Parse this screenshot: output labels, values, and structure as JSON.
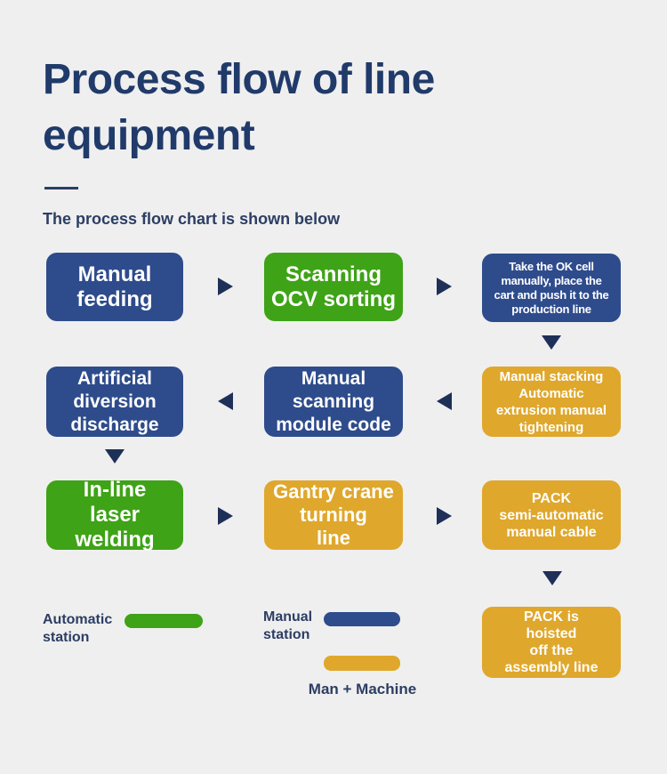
{
  "header": {
    "title": "Process flow of line\nequipment",
    "subtitle": "The process flow chart is shown below"
  },
  "colors": {
    "background": "#efeff0",
    "heading_text": "#203a69",
    "body_text": "#2c3e63",
    "arrow": "#1e2f58",
    "box_text": "#ffffff",
    "manual_station_blue": "#2e4b8c",
    "automatic_station_green": "#3fa317",
    "man_machine_yellow": "#dfa72c"
  },
  "flow": {
    "r1c1": {
      "label": "Manual\nfeeding"
    },
    "r1c2": {
      "label": "Scanning\nOCV sorting"
    },
    "r1c3": {
      "label": "Take the OK cell\nmanually, place the\ncart and push it to the\nproduction line"
    },
    "r2c1": {
      "label": "Artificial\ndiversion\ndischarge"
    },
    "r2c2": {
      "label": "Manual\nscanning\nmodule code"
    },
    "r2c3": {
      "label": "Manual stacking\nAutomatic\nextrusion manual\ntightening"
    },
    "r3c1": {
      "label": "In-line\nlaser\nwelding"
    },
    "r3c2": {
      "label": "Gantry crane\nturning\nline"
    },
    "r3c3": {
      "label": "PACK\nsemi-automatic\nmanual cable"
    },
    "r4c3": {
      "label": "PACK is\nhoisted\noff the\nassembly line"
    }
  },
  "legend": {
    "automatic": {
      "label": "Automatic\nstation",
      "color": "#3fa317"
    },
    "manual": {
      "label": "Manual\nstation",
      "color": "#2e4b8c"
    },
    "man_machine": {
      "label": "Man + Machine",
      "color": "#dfa72c"
    }
  }
}
